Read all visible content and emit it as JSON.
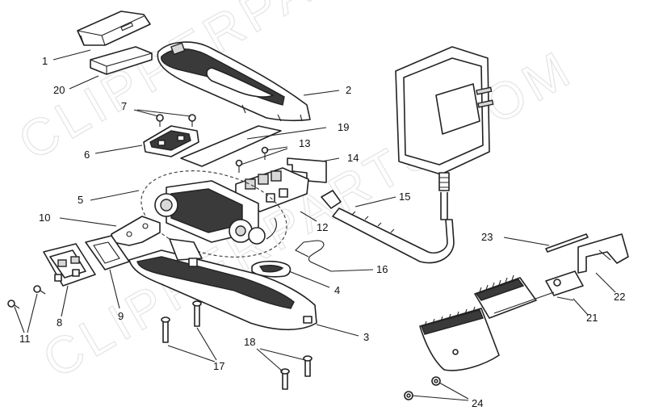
{
  "watermark": "CLIPPERPARTS.COM",
  "callouts": [
    {
      "id": "1",
      "label": "1"
    },
    {
      "id": "2",
      "label": "2"
    },
    {
      "id": "3",
      "label": "3"
    },
    {
      "id": "4",
      "label": "4"
    },
    {
      "id": "5",
      "label": "5"
    },
    {
      "id": "6",
      "label": "6"
    },
    {
      "id": "7",
      "label": "7"
    },
    {
      "id": "8",
      "label": "8"
    },
    {
      "id": "9",
      "label": "9"
    },
    {
      "id": "10",
      "label": "10"
    },
    {
      "id": "11",
      "label": "11"
    },
    {
      "id": "12",
      "label": "12"
    },
    {
      "id": "13",
      "label": "13"
    },
    {
      "id": "14",
      "label": "14"
    },
    {
      "id": "15",
      "label": "15"
    },
    {
      "id": "16",
      "label": "16"
    },
    {
      "id": "17",
      "label": "17"
    },
    {
      "id": "18",
      "label": "18"
    },
    {
      "id": "19",
      "label": "19"
    },
    {
      "id": "20",
      "label": "20"
    },
    {
      "id": "21",
      "label": "21"
    },
    {
      "id": "22",
      "label": "22"
    },
    {
      "id": "23",
      "label": "23"
    },
    {
      "id": "24",
      "label": "24"
    }
  ]
}
